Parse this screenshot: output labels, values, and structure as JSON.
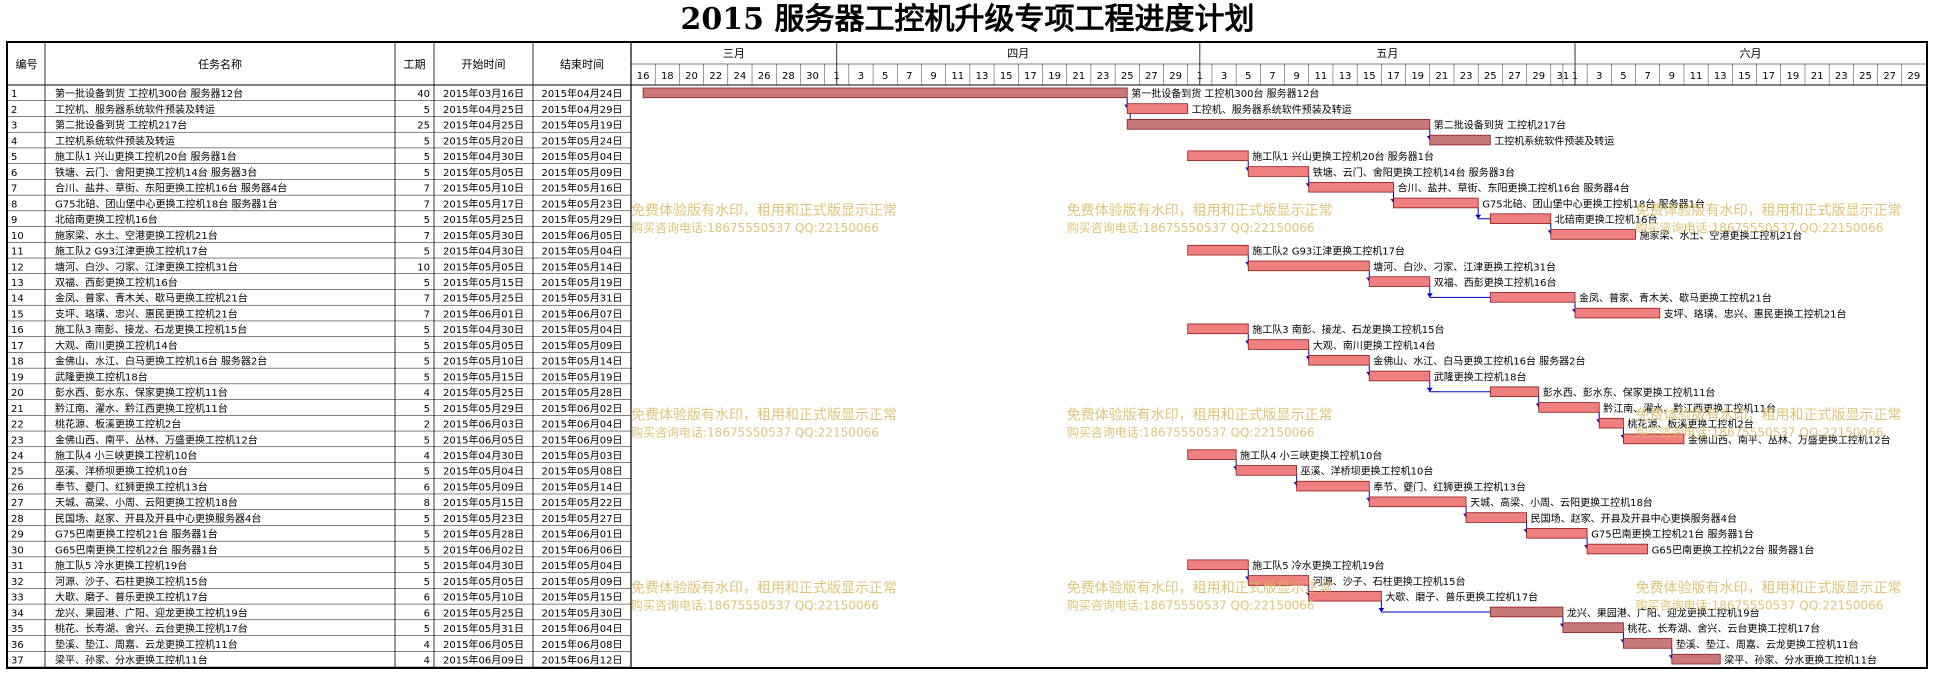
{
  "title": "2015 服务器工控机升级专项工程进度计划",
  "table_headers": {
    "id": "编号",
    "name": "任务名称",
    "duration": "工期",
    "start": "开始时间",
    "end": "结束时间"
  },
  "timeline": {
    "months": [
      {
        "label": "三月",
        "start": "2015-03-15",
        "end": "2015-03-31"
      },
      {
        "label": "四月",
        "start": "2015-04-01",
        "end": "2015-04-30"
      },
      {
        "label": "五月",
        "start": "2015-05-01",
        "end": "2015-05-31"
      },
      {
        "label": "六月",
        "start": "2015-06-01",
        "end": "2015-06-30"
      }
    ],
    "day_ticks": [
      {
        "date": "2015-03-15",
        "label": "16"
      },
      {
        "date": "2015-03-17",
        "label": "18"
      },
      {
        "date": "2015-03-19",
        "label": "20"
      },
      {
        "date": "2015-03-21",
        "label": "22"
      },
      {
        "date": "2015-03-23",
        "label": "24"
      },
      {
        "date": "2015-03-25",
        "label": "26"
      },
      {
        "date": "2015-03-27",
        "label": "28"
      },
      {
        "date": "2015-03-29",
        "label": "30"
      },
      {
        "date": "2015-03-31",
        "label": "1"
      },
      {
        "date": "2015-04-02",
        "label": "3"
      },
      {
        "date": "2015-04-04",
        "label": "5"
      },
      {
        "date": "2015-04-06",
        "label": "7"
      },
      {
        "date": "2015-04-08",
        "label": "9"
      },
      {
        "date": "2015-04-10",
        "label": "11"
      },
      {
        "date": "2015-04-12",
        "label": "13"
      },
      {
        "date": "2015-04-14",
        "label": "15"
      },
      {
        "date": "2015-04-16",
        "label": "17"
      },
      {
        "date": "2015-04-18",
        "label": "19"
      },
      {
        "date": "2015-04-20",
        "label": "21"
      },
      {
        "date": "2015-04-22",
        "label": "23"
      },
      {
        "date": "2015-04-24",
        "label": "25"
      },
      {
        "date": "2015-04-26",
        "label": "27"
      },
      {
        "date": "2015-04-28",
        "label": "29"
      },
      {
        "date": "2015-04-30",
        "label": "1"
      },
      {
        "date": "2015-05-02",
        "label": "3"
      },
      {
        "date": "2015-05-04",
        "label": "5"
      },
      {
        "date": "2015-05-06",
        "label": "7"
      },
      {
        "date": "2015-05-08",
        "label": "9"
      },
      {
        "date": "2015-05-10",
        "label": "11"
      },
      {
        "date": "2015-05-12",
        "label": "13"
      },
      {
        "date": "2015-05-14",
        "label": "15"
      },
      {
        "date": "2015-05-16",
        "label": "17"
      },
      {
        "date": "2015-05-18",
        "label": "19"
      },
      {
        "date": "2015-05-20",
        "label": "21"
      },
      {
        "date": "2015-05-22",
        "label": "23"
      },
      {
        "date": "2015-05-24",
        "label": "25"
      },
      {
        "date": "2015-05-26",
        "label": "27"
      },
      {
        "date": "2015-05-28",
        "label": "29"
      },
      {
        "date": "2015-05-30",
        "label": "31"
      },
      {
        "date": "2015-05-31",
        "label": "1"
      },
      {
        "date": "2015-06-02",
        "label": "3"
      },
      {
        "date": "2015-06-04",
        "label": "5"
      },
      {
        "date": "2015-06-06",
        "label": "7"
      },
      {
        "date": "2015-06-08",
        "label": "9"
      },
      {
        "date": "2015-06-10",
        "label": "11"
      },
      {
        "date": "2015-06-12",
        "label": "13"
      },
      {
        "date": "2015-06-14",
        "label": "15"
      },
      {
        "date": "2015-06-16",
        "label": "17"
      },
      {
        "date": "2015-06-18",
        "label": "19"
      },
      {
        "date": "2015-06-20",
        "label": "21"
      },
      {
        "date": "2015-06-22",
        "label": "23"
      },
      {
        "date": "2015-06-24",
        "label": "25"
      },
      {
        "date": "2015-06-26",
        "label": "27"
      },
      {
        "date": "2015-06-28",
        "label": "29"
      }
    ]
  },
  "watermark": {
    "line1": "免费体验版有水印，租用和正式版显示正常",
    "line2": "购买咨询电话:18675550537 QQ:22150066"
  },
  "colors": {
    "task_bar": "#f08080",
    "summary_bar": "#c87878",
    "link": "#0000cc",
    "watermark": "#d8b860",
    "grid": "#000000"
  },
  "chart_data": {
    "type": "gantt",
    "title": "2015 服务器工控机升级专项工程进度计划",
    "x_range": [
      "2015-03-15",
      "2015-06-30"
    ],
    "tasks": [
      {
        "id": "1",
        "name": "第一批设备到货 工控机300台 服务器12台",
        "duration": "40",
        "start": "2015年03月16日",
        "end": "2015年04月24日",
        "s": "2015-03-16",
        "e": "2015-04-24",
        "kind": "summary",
        "label": "第一批设备到货 工控机300台 服务器12台"
      },
      {
        "id": "2",
        "name": "工控机、服务器系统软件预装及转运",
        "duration": "5",
        "start": "2015年04月25日",
        "end": "2015年04月29日",
        "s": "2015-04-25",
        "e": "2015-04-29",
        "kind": "task",
        "label": "工控机、服务器系统软件预装及转运"
      },
      {
        "id": "3",
        "name": "第二批设备到货 工控机217台",
        "duration": "25",
        "start": "2015年04月25日",
        "end": "2015年05月19日",
        "s": "2015-04-25",
        "e": "2015-05-19",
        "kind": "summary",
        "label": "第二批设备到货 工控机217台"
      },
      {
        "id": "4",
        "name": "工控机系统软件预装及转运",
        "duration": "5",
        "start": "2015年05月20日",
        "end": "2015年05月24日",
        "s": "2015-05-20",
        "e": "2015-05-24",
        "kind": "summary",
        "label": "工控机系统软件预装及转运"
      },
      {
        "id": "5",
        "name": "施工队1 兴山更换工控机20台 服务器1台",
        "duration": "5",
        "start": "2015年04月30日",
        "end": "2015年05月04日",
        "s": "2015-04-30",
        "e": "2015-05-04",
        "kind": "task",
        "label": "施工队1 兴山更换工控机20台 服务器1台"
      },
      {
        "id": "6",
        "name": "铁塘、云门、舍阳更换工控机14台 服务器3台",
        "duration": "5",
        "start": "2015年05月05日",
        "end": "2015年05月09日",
        "s": "2015-05-05",
        "e": "2015-05-09",
        "kind": "task",
        "label": "铁塘、云门、舍阳更换工控机14台 服务器3台"
      },
      {
        "id": "7",
        "name": "合川、盐井、草街、东阳更换工控机16台 服务器4台",
        "duration": "7",
        "start": "2015年05月10日",
        "end": "2015年05月16日",
        "s": "2015-05-10",
        "e": "2015-05-16",
        "kind": "task",
        "label": "合川、盐井、草街、东阳更换工控机16台 服务器4台"
      },
      {
        "id": "8",
        "name": "G75北碚、团山堡中心更换工控机18台 服务器1台",
        "duration": "7",
        "start": "2015年05月17日",
        "end": "2015年05月23日",
        "s": "2015-05-17",
        "e": "2015-05-23",
        "kind": "task",
        "label": "G75北碚、团山堡中心更换工控机18台 服务器1台"
      },
      {
        "id": "9",
        "name": "北碚南更换工控机16台",
        "duration": "5",
        "start": "2015年05月25日",
        "end": "2015年05月29日",
        "s": "2015-05-25",
        "e": "2015-05-29",
        "kind": "task",
        "label": "北碚南更换工控机16台"
      },
      {
        "id": "10",
        "name": "施家梁、水土、空港更换工控机21台",
        "duration": "7",
        "start": "2015年05月30日",
        "end": "2015年06月05日",
        "s": "2015-05-30",
        "e": "2015-06-05",
        "kind": "task",
        "label": "施家梁、水土、空港更换工控机21台"
      },
      {
        "id": "11",
        "name": "施工队2 G93江津更换工控机17台",
        "duration": "5",
        "start": "2015年04月30日",
        "end": "2015年05月04日",
        "s": "2015-04-30",
        "e": "2015-05-04",
        "kind": "task",
        "label": "施工队2 G93江津更换工控机17台"
      },
      {
        "id": "12",
        "name": "塘河、白沙、刁家、江津更换工控机31台",
        "duration": "10",
        "start": "2015年05月05日",
        "end": "2015年05月14日",
        "s": "2015-05-05",
        "e": "2015-05-14",
        "kind": "task",
        "label": "塘河、白沙、刁家、江津更换工控机31台"
      },
      {
        "id": "13",
        "name": "双福、西彭更换工控机16台",
        "duration": "5",
        "start": "2015年05月15日",
        "end": "2015年05月19日",
        "s": "2015-05-15",
        "e": "2015-05-19",
        "kind": "task",
        "label": "双福、西彭更换工控机16台"
      },
      {
        "id": "14",
        "name": "金凤、普家、青木关、歇马更换工控机21台",
        "duration": "7",
        "start": "2015年05月25日",
        "end": "2015年05月31日",
        "s": "2015-05-25",
        "e": "2015-05-31",
        "kind": "task",
        "label": "金凤、普家、青木关、歇马更换工控机21台"
      },
      {
        "id": "15",
        "name": "支坪、珞璜、忠兴、惠民更换工控机21台",
        "duration": "7",
        "start": "2015年06月01日",
        "end": "2015年06月07日",
        "s": "2015-06-01",
        "e": "2015-06-07",
        "kind": "task",
        "label": "支坪、珞璜、忠兴、惠民更换工控机21台"
      },
      {
        "id": "16",
        "name": "施工队3 南彭、接龙、石龙更换工控机15台",
        "duration": "5",
        "start": "2015年04月30日",
        "end": "2015年05月04日",
        "s": "2015-04-30",
        "e": "2015-05-04",
        "kind": "task",
        "label": "施工队3 南彭、接龙、石龙更换工控机15台"
      },
      {
        "id": "17",
        "name": "大观、南川更换工控机14台",
        "duration": "5",
        "start": "2015年05月05日",
        "end": "2015年05月09日",
        "s": "2015-05-05",
        "e": "2015-05-09",
        "kind": "task",
        "label": "大观、南川更换工控机14台"
      },
      {
        "id": "18",
        "name": "金佛山、水江、白马更换工控机16台 服务器2台",
        "duration": "5",
        "start": "2015年05月10日",
        "end": "2015年05月14日",
        "s": "2015-05-10",
        "e": "2015-05-14",
        "kind": "task",
        "label": "金佛山、水江、白马更换工控机16台 服务器2台"
      },
      {
        "id": "19",
        "name": "武隆更换工控机18台",
        "duration": "5",
        "start": "2015年05月15日",
        "end": "2015年05月19日",
        "s": "2015-05-15",
        "e": "2015-05-19",
        "kind": "task",
        "label": "武隆更换工控机18台"
      },
      {
        "id": "20",
        "name": "彭水西、彭水东、保家更换工控机11台",
        "duration": "4",
        "start": "2015年05月25日",
        "end": "2015年05月28日",
        "s": "2015-05-25",
        "e": "2015-05-28",
        "kind": "task",
        "label": "彭水西、彭水东、保家更换工控机11台"
      },
      {
        "id": "21",
        "name": "黔江南、濯水、黔江西更换工控机11台",
        "duration": "5",
        "start": "2015年05月29日",
        "end": "2015年06月02日",
        "s": "2015-05-29",
        "e": "2015-06-02",
        "kind": "task",
        "label": "黔江南、濯水、黔江西更换工控机11台"
      },
      {
        "id": "22",
        "name": "桃花源、板溪更换工控机2台",
        "duration": "2",
        "start": "2015年06月03日",
        "end": "2015年06月04日",
        "s": "2015-06-03",
        "e": "2015-06-04",
        "kind": "task",
        "label": "桃花源、板溪更换工控机2台"
      },
      {
        "id": "23",
        "name": "金佛山西、南平、丛林、万盛更换工控机12台",
        "duration": "5",
        "start": "2015年06月05日",
        "end": "2015年06月09日",
        "s": "2015-06-05",
        "e": "2015-06-09",
        "kind": "task",
        "label": "金佛山西、南平、丛林、万盛更换工控机12台"
      },
      {
        "id": "24",
        "name": "施工队4 小三峡更换工控机10台",
        "duration": "4",
        "start": "2015年04月30日",
        "end": "2015年05月03日",
        "s": "2015-04-30",
        "e": "2015-05-03",
        "kind": "task",
        "label": "施工队4 小三峡更换工控机10台"
      },
      {
        "id": "25",
        "name": "巫溪、洋桥坝更换工控机10台",
        "duration": "5",
        "start": "2015年05月04日",
        "end": "2015年05月08日",
        "s": "2015-05-04",
        "e": "2015-05-08",
        "kind": "task",
        "label": "巫溪、洋桥坝更换工控机10台"
      },
      {
        "id": "26",
        "name": "奉节、夔门、红狮更换工控机13台",
        "duration": "6",
        "start": "2015年05月09日",
        "end": "2015年05月14日",
        "s": "2015-05-09",
        "e": "2015-05-14",
        "kind": "task",
        "label": "奉节、夔门、红狮更换工控机13台"
      },
      {
        "id": "27",
        "name": "天城、高梁、小周、云阳更换工控机18台",
        "duration": "8",
        "start": "2015年05月15日",
        "end": "2015年05月22日",
        "s": "2015-05-15",
        "e": "2015-05-22",
        "kind": "task",
        "label": "天城、高梁、小周、云阳更换工控机18台"
      },
      {
        "id": "28",
        "name": "民国场、赵家、开县及开县中心更换服务器4台",
        "duration": "5",
        "start": "2015年05月23日",
        "end": "2015年05月27日",
        "s": "2015-05-23",
        "e": "2015-05-27",
        "kind": "task",
        "label": "民国场、赵家、开县及开县中心更换服务器4台"
      },
      {
        "id": "29",
        "name": "G75巴南更换工控机21台 服务器1台",
        "duration": "5",
        "start": "2015年05月28日",
        "end": "2015年06月01日",
        "s": "2015-05-28",
        "e": "2015-06-01",
        "kind": "task",
        "label": "G75巴南更换工控机21台 服务器1台"
      },
      {
        "id": "30",
        "name": "G65巴南更换工控机22台 服务器1台",
        "duration": "5",
        "start": "2015年06月02日",
        "end": "2015年06月06日",
        "s": "2015-06-02",
        "e": "2015-06-06",
        "kind": "task",
        "label": "G65巴南更换工控机22台 服务器1台"
      },
      {
        "id": "31",
        "name": "施工队5 冷水更换工控机19台",
        "duration": "5",
        "start": "2015年04月30日",
        "end": "2015年05月04日",
        "s": "2015-04-30",
        "e": "2015-05-04",
        "kind": "task",
        "label": "施工队5 冷水更换工控机19台"
      },
      {
        "id": "32",
        "name": "河源、沙子、石柱更换工控机15台",
        "duration": "5",
        "start": "2015年05月05日",
        "end": "2015年05月09日",
        "s": "2015-05-05",
        "e": "2015-05-09",
        "kind": "task",
        "label": "河源、沙子、石柱更换工控机15台"
      },
      {
        "id": "33",
        "name": "大歇、磨子、普乐更换工控机17台",
        "duration": "6",
        "start": "2015年05月10日",
        "end": "2015年05月15日",
        "s": "2015-05-10",
        "e": "2015-05-15",
        "kind": "task",
        "label": "大歇、磨子、普乐更换工控机17台"
      },
      {
        "id": "34",
        "name": "龙兴、果园港、广阳、迎龙更换工控机19台",
        "duration": "6",
        "start": "2015年05月25日",
        "end": "2015年05月30日",
        "s": "2015-05-25",
        "e": "2015-05-30",
        "kind": "summary",
        "label": "龙兴、果园港、广阳、迎龙更换工控机19台"
      },
      {
        "id": "35",
        "name": "桃花、长寿湖、舍兴、云台更换工控机17台",
        "duration": "5",
        "start": "2015年05月31日",
        "end": "2015年06月04日",
        "s": "2015-05-31",
        "e": "2015-06-04",
        "kind": "summary",
        "label": "桃花、长寿湖、舍兴、云台更换工控机17台"
      },
      {
        "id": "36",
        "name": "垫溪、垫江、周嘉、云龙更换工控机11台",
        "duration": "4",
        "start": "2015年06月05日",
        "end": "2015年06月08日",
        "s": "2015-06-05",
        "e": "2015-06-08",
        "kind": "summary",
        "label": "垫溪、垫江、周嘉、云龙更换工控机11台"
      },
      {
        "id": "37",
        "name": "梁平、孙家、分水更换工控机11台",
        "duration": "4",
        "start": "2015年06月09日",
        "end": "2015年06月12日",
        "s": "2015-06-09",
        "e": "2015-06-12",
        "kind": "summary",
        "label": "梁平、孙家、分水更换工控机11台"
      }
    ],
    "dependency_chains": [
      [
        "1",
        "2",
        "3",
        "4"
      ],
      [
        "5",
        "6",
        "7",
        "8",
        "9",
        "10"
      ],
      [
        "11",
        "12",
        "13",
        "14",
        "15"
      ],
      [
        "16",
        "17",
        "18",
        "19",
        "20",
        "21",
        "22",
        "23"
      ],
      [
        "24",
        "25",
        "26",
        "27",
        "28",
        "29",
        "30"
      ],
      [
        "31",
        "32",
        "33",
        "34",
        "35",
        "36",
        "37"
      ]
    ]
  }
}
